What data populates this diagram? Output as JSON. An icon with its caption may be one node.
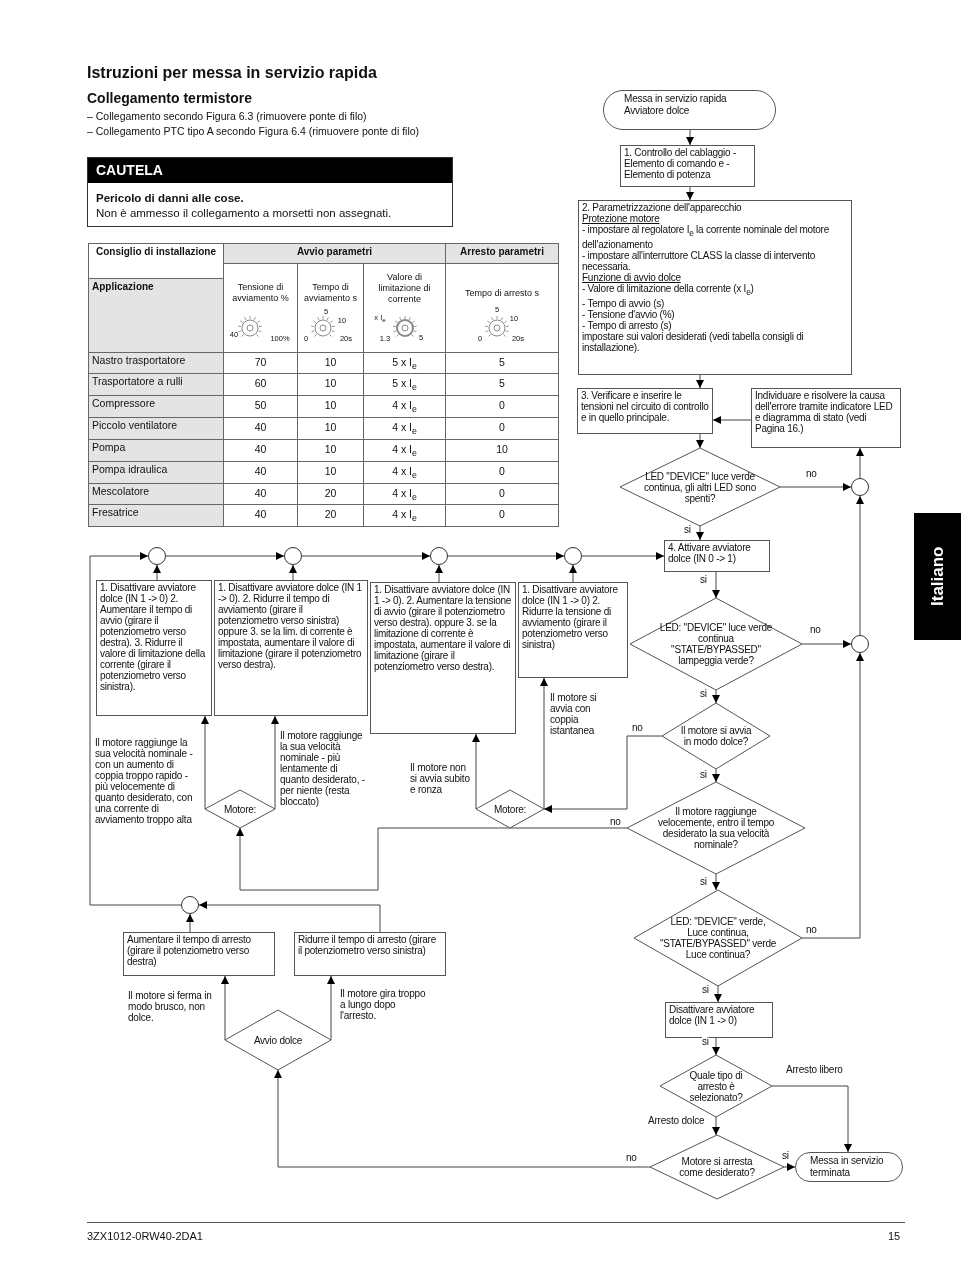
{
  "diagram": {
    "title": "Istruzioni per messa in servizio rapida",
    "nodes": [
      {
        "text": [
          "Messa in servizio rapida Avviatore dolce"
        ]
      },
      {
        "text": [
          "1. Controllo del cablaggio - Elemento di comando e - Elemento di potenza"
        ]
      },
      {
        "text": [
          "2. Parametrizzazione dell'apparecchio",
          "Protezione motore",
          "- impostare al regolatore I$_{e}$ la corrente nominale del motore dell'azionamento",
          "- impostare all'interruttore CLASS la classe di intervento necessaria.",
          "Funzione di avvio dolce",
          "- Valore di limitazione della corrente (x I$_{e}$)",
          "- Tempo di avvio (s)",
          "- Tensione d'avvio (%)",
          "- Tempo di arresto (s)",
          "impostare sui valori desiderati (vedi tabella consigli di installazione)."
        ]
      },
      {
        "text": [
          "3. Verificare e inserire le tensioni nel circuito di controllo e in quello principale."
        ]
      },
      {
        "text": [
          "Individuare e risolvere la causa dell'errore tramite indicatore LED e diagramma di stato (vedi Pagina 16.)"
        ]
      },
      {
        "text": [
          "LED \"DEVICE\" luce verde continua, gli altri LED sono spenti?"
        ]
      },
      {
        "text": [],
        "shape": "circle"
      },
      {
        "text": [
          "4. Attivare avviatore dolce (IN 0 -> 1)"
        ]
      },
      {
        "text": [
          "LED: \"DEVICE\" luce verde continua \"STATE/BYPASSED\" lampeggia verde?"
        ]
      },
      {
        "text": [],
        "shape": "circle"
      },
      {
        "text": [
          "Il motore si avvia in modo dolce?"
        ]
      },
      {
        "text": [
          "Il motore raggiunge velocemente, entro il tempo desiderato la sua velocità nominale?"
        ]
      },
      {
        "text": [
          "LED: \"DEVICE\" verde, Luce continua, \"STATE/BYPASSED\" verde Luce continua?"
        ]
      },
      {
        "text": [
          "Disattivare avviatore dolce (IN 1 -> 0)"
        ]
      },
      {
        "text": [
          "Quale tipo di arresto è selezionato?"
        ]
      },
      {
        "text": [
          "Motore si arresta come desiderato?"
        ]
      },
      {
        "text": [
          "Messa in servizio terminata"
        ]
      },
      {
        "text": [],
        "shape": "circle"
      },
      {
        "text": [],
        "shape": "circle"
      },
      {
        "text": [],
        "shape": "circle"
      },
      {
        "text": [],
        "shape": "circle"
      },
      {
        "text": [
          "1. Disattivare avviatore dolce (IN 1 -> 0) 2. Aumentare il tempo di avvio (girare il potenziometro verso destra). 3. Ridurre il valore di limitazione della corrente (girare il potenziometro verso sinistra)."
        ]
      },
      {
        "text": [
          "1. Disattivare avviatore dolce (IN 1 -> 0). 2. Ridurre il tempo di avviamento (girare il potenziometro verso sinistra) oppure 3. se la lim. di corrente è impostata, aumentare il valore di limitazione (girare il potenziometro verso destra)."
        ]
      },
      {
        "text": [
          "1. Disattivare avviatore dolce (IN 1 -> 0). 2. Aumentare la tensione di avvio (girare il potenziometro verso destra). oppure 3. se la limitazione di corrente è impostata, aumentare il valore di limitazione (girare il potenziometro verso destra)."
        ]
      },
      {
        "text": [
          "1. Disattivare avviatore dolce (IN 1 -> 0) 2. Ridurre la tensione di avviamento (girare il potenziometro verso sinistra)"
        ]
      },
      {
        "text": [
          "Motore:"
        ]
      },
      {
        "text": [
          "Motore:"
        ]
      },
      {
        "text": [],
        "shape": "circle"
      },
      {
        "text": [
          "Aumentare il tempo di arresto (girare il potenziometro verso destra)"
        ]
      },
      {
        "text": [
          "Ridurre il tempo di arresto (girare il potenziometro verso sinistra)"
        ]
      },
      {
        "text": [
          "Avvio dolce"
        ]
      }
    ],
    "edges": [
      {
        "from": 0,
        "to": 1,
        "arrow": "to"
      },
      {
        "from": 1,
        "to": 2,
        "arrow": "to"
      },
      {
        "from": 2,
        "to": 3,
        "arrow": "to"
      },
      {
        "from": 3,
        "to": 5,
        "arrow": "to"
      },
      {
        "from": 4,
        "to": 3,
        "arrow": "to"
      },
      {
        "from": 5,
        "to": 6,
        "arrow": "to",
        "label": "no"
      },
      {
        "from": 5,
        "to": 7,
        "arrow": "to",
        "label": "si"
      },
      {
        "from": 6,
        "to": 4,
        "arrow": "to"
      },
      {
        "from": 7,
        "to": 8,
        "arrow": "to",
        "label": "si"
      },
      {
        "from": 8,
        "to": 9,
        "arrow": "to",
        "label": "no"
      },
      {
        "from": 8,
        "to": 10,
        "arrow": "to",
        "label": "si"
      },
      {
        "from": 9,
        "to": 6,
        "arrow": "to"
      },
      {
        "from": 10,
        "to": 11,
        "arrow": "to",
        "label": "si"
      },
      {
        "from": 10,
        "to": 26,
        "arrow": "to",
        "label": "no"
      },
      {
        "from": 11,
        "to": 12,
        "arrow": "to",
        "label": "si"
      },
      {
        "from": 11,
        "to": 25,
        "arrow": "to",
        "label": "no"
      },
      {
        "from": 12,
        "to": 9,
        "arrow": "to",
        "label": "no"
      },
      {
        "from": 12,
        "to": 13,
        "arrow": "to",
        "label": "si"
      },
      {
        "from": 13,
        "to": 14,
        "arrow": "to",
        "label": "si"
      },
      {
        "from": 14,
        "to": 16,
        "arrow": "to",
        "label": "Arresto libero"
      },
      {
        "from": 14,
        "to": 15,
        "arrow": "to",
        "label": "Arresto dolce"
      },
      {
        "from": 15,
        "to": 16,
        "arrow": "to",
        "label": "si"
      },
      {
        "from": 15,
        "to": 30,
        "arrow": "to",
        "label": "no"
      },
      {
        "from": 17,
        "to": 18,
        "arrow": "to"
      },
      {
        "from": 18,
        "to": 19,
        "arrow": "to"
      },
      {
        "from": 19,
        "to": 20,
        "arrow": "to"
      },
      {
        "from": 20,
        "to": 7,
        "arrow": "to"
      },
      {
        "from": 21,
        "to": 17,
        "arrow": "to"
      },
      {
        "from": 22,
        "to": 18,
        "arrow": "to"
      },
      {
        "from": 23,
        "to": 19,
        "arrow": "to"
      },
      {
        "from": 24,
        "to": 20,
        "arrow": "to"
      },
      {
        "from": 25,
        "to": 21,
        "arrow": "to",
        "label": "Il motore raggiunge la sua velocità nominale - con un aumento di coppia troppo rapido - più velocemente di quanto desiderato, con una corrente di avviamento troppo alta"
      },
      {
        "from": 25,
        "to": 22,
        "arrow": "to",
        "label": "Il motore raggiunge la sua velocità nominale - più lentamente di quanto desiderato, - per niente (resta bloccato)"
      },
      {
        "from": 26,
        "to": 23,
        "arrow": "to",
        "label": "Il motore non si avvia subito e ronza"
      },
      {
        "from": 26,
        "to": 24,
        "arrow": "to",
        "label": "Il motore si avvia con coppia istantanea"
      },
      {
        "from": 27,
        "to": 17,
        "arrow": "to"
      },
      {
        "from": 28,
        "to": 27,
        "arrow": "to"
      },
      {
        "from": 29,
        "to": 27,
        "arrow": "to"
      },
      {
        "from": 30,
        "to": 28,
        "arrow": "to",
        "label": "Il motore si ferma in modo brusco, non dolce."
      },
      {
        "from": 30,
        "to": 29,
        "arrow": "to",
        "label": "Il motore gira troppo a lungo dopo l'arresto."
      }
    ],
    "labels": [
      "Collegamento termistore",
      "– Collegamento secondo Figura 6.3 (rimuovere ponte di filo)",
      "– Collegamento PTC tipo A secondo Figura 6.4 (rimuovere ponte di filo)",
      "CAUTELA",
      "Pericolo di danni alle cose.",
      "Non è ammesso il collegamento a morsetti non assegnati.",
      "Consiglio di installazione",
      "Avvio parametri",
      "Arresto parametri",
      "Applicazione",
      "Tensione di avviamento %",
      "Tempo di avviamento s",
      "Valore di limitazione di corrente",
      "Tempo di arresto s",
      "40",
      "100%",
      "5",
      "10",
      "0",
      "20s",
      "x I$_{e}$",
      "1.3",
      "5",
      "5",
      "10",
      "0",
      "20s",
      "Nastro trasportatore",
      "70",
      "10",
      "5 x I$_{e}$",
      "5",
      "Trasportatore a rulli",
      "60",
      "10",
      "5 x I$_{e}$",
      "5",
      "Compressore",
      "50",
      "10",
      "4 x I$_{e}$",
      "0",
      "Piccolo ventilatore",
      "40",
      "10",
      "4 x I$_{e}$",
      "0",
      "Pompa",
      "40",
      "10",
      "4 x I$_{e}$",
      "10",
      "Pompa idraulica",
      "40",
      "10",
      "4 x I$_{e}$",
      "0",
      "Mescolatore",
      "40",
      "20",
      "4 x I$_{e}$",
      "0",
      "Fresatrice",
      "40",
      "20",
      "4 x I$_{e}$",
      "0",
      "Italiano",
      "3ZX1012-0RW40-2DA1",
      "15"
    ]
  }
}
